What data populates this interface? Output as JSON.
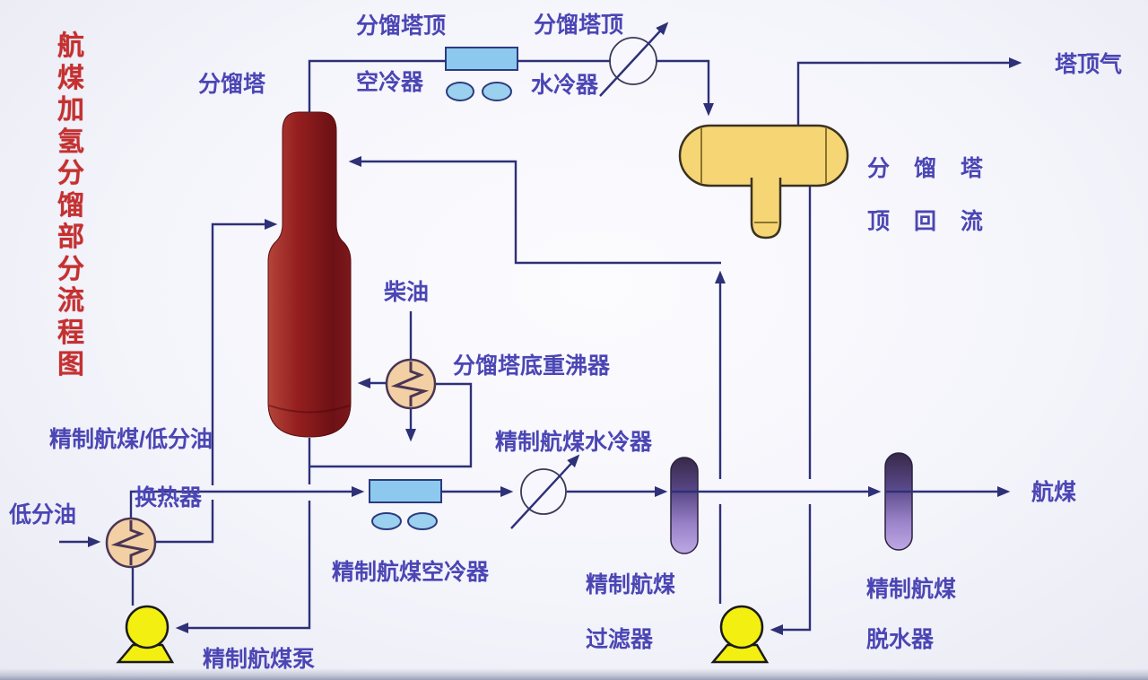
{
  "title": "航煤加氢分馏部分流程图",
  "colors": {
    "background": "#f4f4fb",
    "pipe_line": "#2e3078",
    "label_text": "#4b46b4",
    "title_text": "#c53030",
    "column_red": "#8d1f1e",
    "drum_yellow": "#f6d574",
    "pump_yellow": "#f3ef10",
    "cooler_blue": "#8dc9ee",
    "exchanger_tan": "#f3cfa4",
    "capsule_purple_top": "#362948",
    "capsule_purple_bottom": "#bda8e4"
  },
  "labels": {
    "column": "分馏塔",
    "top_air_cooler_1": "分馏塔顶",
    "top_air_cooler_2": "空冷器",
    "top_water_cooler_1": "分馏塔顶",
    "top_water_cooler_2": "水冷器",
    "tower_top_gas": "塔顶气",
    "reflux_drum_1": "分 馏 塔",
    "reflux_drum_2": "顶 回 流",
    "diesel": "柴油",
    "reboiler": "分馏塔底重沸器",
    "heat_exchanger_1": "精制航煤/低分油",
    "heat_exchanger_2": "换热器",
    "feed": "低分油",
    "jet_air_cooler": "精制航煤空冷器",
    "jet_water_cooler": "精制航煤水冷器",
    "jet_pump": "精制航煤泵",
    "filter_1": "精制航煤",
    "filter_2": "过滤器",
    "dehydrator_1": "精制航煤",
    "dehydrator_2": "脱水器",
    "jet_fuel_out": "航煤"
  }
}
